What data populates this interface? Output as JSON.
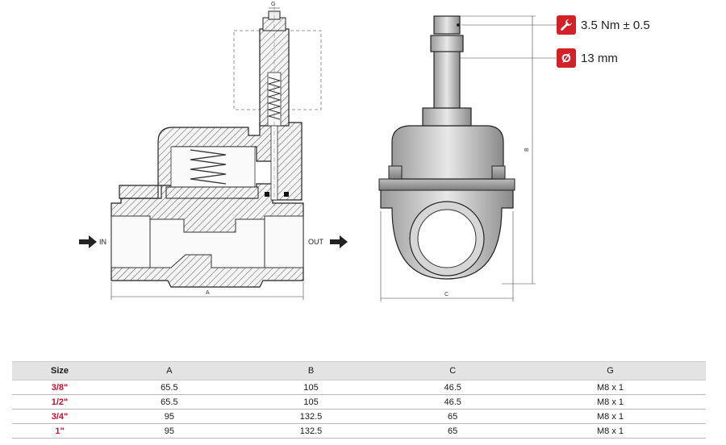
{
  "labels": {
    "in": "IN",
    "out": "OUT",
    "dim_a": "A",
    "dim_b": "B",
    "dim_c": "C",
    "dim_g": "G"
  },
  "specs": [
    {
      "icon": "wrench-icon",
      "value": "3.5 Nm ± 0.5"
    },
    {
      "icon": "diameter-icon",
      "badge": "Ø",
      "value": "13 mm"
    }
  ],
  "table": {
    "headers": [
      "Size",
      "A",
      "B",
      "C",
      "G"
    ],
    "rows": [
      [
        "3/8\"",
        "65.5",
        "105",
        "46.5",
        "M8 x 1"
      ],
      [
        "1/2\"",
        "65.5",
        "105",
        "46.5",
        "M8 x 1"
      ],
      [
        "3/4\"",
        "95",
        "132.5",
        "65",
        "M8 x 1"
      ],
      [
        "1\"",
        "95",
        "132.5",
        "65",
        "M8 x 1"
      ]
    ]
  },
  "colors": {
    "accent": "#d42027",
    "header_bg": "#e3e3e3",
    "size_text": "#c8102e"
  }
}
